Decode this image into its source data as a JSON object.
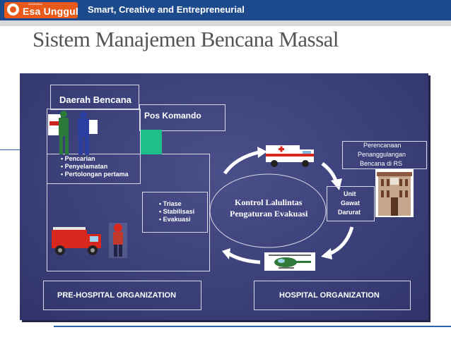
{
  "header": {
    "logo_text": "Esa Unggul",
    "logo_small": "Universitas",
    "tagline": "Smart, Creative and Entrepreneurial"
  },
  "slide": {
    "title": "Sistem Manajemen Bencana Massal"
  },
  "diagram": {
    "daerah_bencana": "Daerah  Bencana",
    "pos_komando": "Pos  Komando",
    "daerah_list": [
      "Pencarian",
      "Penyelamatan",
      "Pertolongan  pertama"
    ],
    "triase_list": [
      "Triase",
      "Stabilisasi",
      "Evakuasi"
    ],
    "kontrol_line1": "Kontrol Lalulintas",
    "kontrol_line2": "Pengaturan Evakuasi",
    "unit_line1": "Unit",
    "unit_line2": "Gawat",
    "unit_line3": "Darurat",
    "rencana_line1": "Perencanaan",
    "rencana_line2": "Penanggulangan",
    "rencana_line3": "Bencana  di  RS",
    "pre_hospital": "PRE-HOSPITAL  ORGANIZATION",
    "hospital": "HOSPITAL  ORGANIZATION"
  },
  "colors": {
    "header_blue": "#1c4a8c",
    "logo_orange": "#e8591a",
    "panel_bg": "#3f447e",
    "pos_komando_green": "#1fbf8a"
  },
  "icons": [
    "ambulance-icon",
    "helicopter-icon",
    "fire-truck-icon",
    "firefighter-icon",
    "rescuer-icon",
    "hospital-building-icon",
    "cycle-arrow-icon"
  ]
}
